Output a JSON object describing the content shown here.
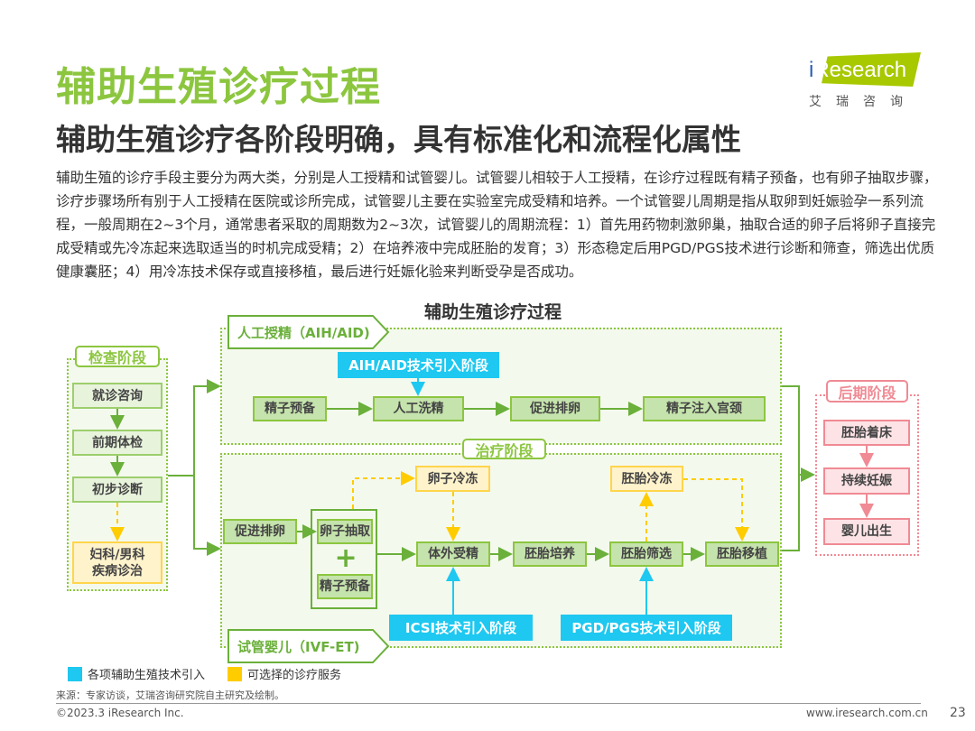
{
  "header": {
    "title": "辅助生殖诊疗过程",
    "subtitle": "辅助生殖诊疗各阶段明确，具有标准化和流程化属性",
    "logo_text": "iResearch",
    "logo_cn": "艾瑞咨询"
  },
  "body": "辅助生殖的诊疗手段主要分为两大类，分别是人工授精和试管婴儿。试管婴儿相较于人工授精，在诊疗过程既有精子预备，也有卵子抽取步骤，诊疗步骤场所有别于人工授精在医院或诊所完成，试管婴儿主要在实验室完成受精和培养。一个试管婴儿周期是指从取卵到妊娠验孕一系列流程，一般周期在2~3个月，通常患者采取的周期数为2~3次，试管婴儿的周期流程：1）首先用药物刺激卵巢，抽取合适的卵子后将卵子直接完成受精或先冷冻起来选取适当的时机完成受精；2）在培养液中完成胚胎的发育；3）形态稳定后用PGD/PGS技术进行诊断和筛查，筛选出优质健康囊胚；4）用冷冻技术保存或直接移植，最后进行妊娠化验来判断受孕是否成功。",
  "diagram": {
    "title": "辅助生殖诊疗过程",
    "exam": {
      "label": "检查阶段",
      "steps": [
        "就诊咨询",
        "前期体检",
        "初步诊断"
      ],
      "optional": "妇科/男科\n疾病诊治"
    },
    "aih": {
      "label": "人工授精（AIH/AID)",
      "tech": "AIH/AID技术引入阶段",
      "steps": [
        "精子预备",
        "人工洗精",
        "促进排卵",
        "精子注入宫颈"
      ]
    },
    "treat": {
      "label": "治疗阶段",
      "ovulation": "促进排卵",
      "egg": "卵子抽取",
      "sperm": "精子预备",
      "plus": "+",
      "egg_freeze": "卵子冷冻",
      "embryo_freeze": "胚胎冷冻",
      "steps": [
        "体外受精",
        "胚胎培养",
        "胚胎筛选",
        "胚胎移植"
      ],
      "icsi": "ICSI技术引入阶段",
      "pgd": "PGD/PGS技术引入阶段",
      "ivf_label": "试管婴儿（IVF-ET)"
    },
    "later": {
      "label": "后期阶段",
      "steps": [
        "胚胎着床",
        "持续妊娠",
        "婴儿出生"
      ]
    }
  },
  "legend": [
    {
      "label": "各项辅助生殖技术引入",
      "color": "#1ec8f0"
    },
    {
      "label": "可选择的诊疗服务",
      "color": "#ffcc00"
    }
  ],
  "footer": {
    "source": "来源：专家访谈，艾瑞咨询研究院自主研究及绘制。",
    "copyright": "©2023.3 iResearch Inc.",
    "url": "www.iresearch.com.cn",
    "page": "23"
  }
}
